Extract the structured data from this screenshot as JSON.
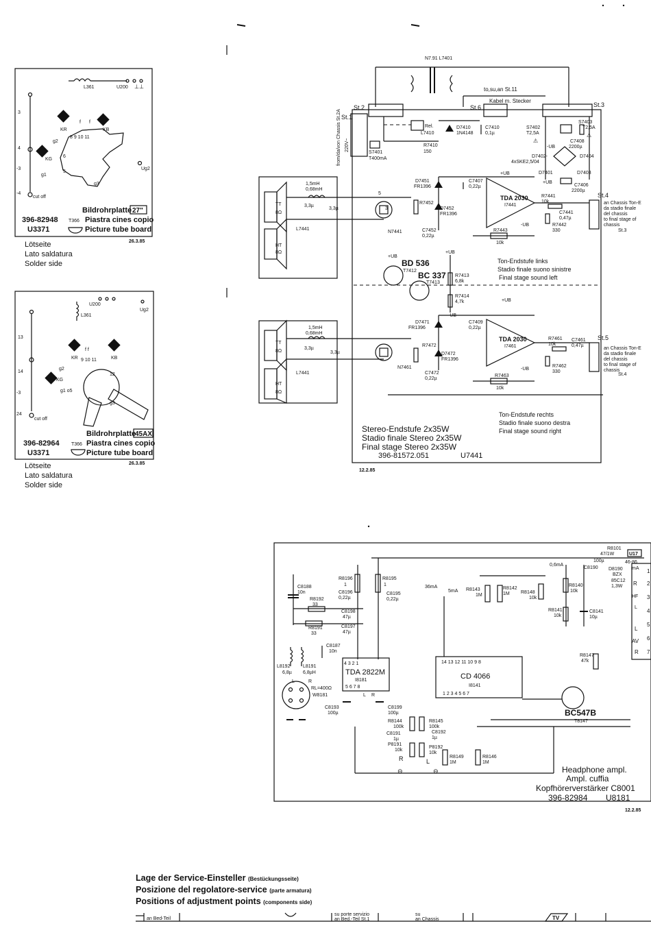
{
  "board1": {
    "title_de": "Bildrohrplatte",
    "size": "27\"",
    "part_no": "396-82948",
    "ref": "T366",
    "u_no": "U3371",
    "title_it": "Piastra cines copio",
    "title_en": "Picture tube board",
    "date": "26.3.85",
    "side_de": "Lötseite",
    "side_it": "Lato saldatura",
    "side_en": "Solder side",
    "labels": {
      "coil": "L361",
      "u200": "U200",
      "kr": "KR",
      "kb": "KB",
      "kg": "KG",
      "g1": "g1",
      "g2": "g2",
      "g3": "g3",
      "ug2": "Ug2",
      "cutoff": "cut off",
      "f": "f"
    }
  },
  "board2": {
    "title_de": "Bildrohrplatte",
    "size": "45AX",
    "part_no": "396-82964",
    "ref": "T366",
    "u_no": "U3371",
    "title_it": "Piastra cines copio",
    "title_en": "Picture tube board",
    "date": "26.3.85",
    "side_de": "Lötseite",
    "side_it": "Lato saldatura",
    "side_en": "Solder side",
    "labels": {
      "coil": "L361",
      "u200": "U200",
      "ug2": "Ug2",
      "kr": "KR",
      "kb": "KB",
      "kg": "KG",
      "cutoff": "cut off"
    }
  },
  "amp": {
    "transformer": "N7.91 L7401",
    "to_st11": "to,su,an St.11",
    "cable": "Kabel m. Stecker",
    "st1": "St.1",
    "st2": "St.2",
    "st3": "St.3",
    "st4": "St.4",
    "st5": "St.5",
    "st6": "St.6",
    "from_chassis": "from/da/von Chassis St.2A",
    "mains": "220V~",
    "s7401": "S7401",
    "t400": "T400mA",
    "rel": "Rel.",
    "l7410": "L7410",
    "r7410": "R7410",
    "r7410_val": "150",
    "d7410": "D7410",
    "d7410_type": "1N4148",
    "c7410": "C7410",
    "c7410_val": "0,1µ",
    "s7402": "S7402",
    "t25a": "T2,5A",
    "s7403": "S7403",
    "t25a_b": "T2,5A",
    "c7408": "C7408",
    "c7408_val": "2200µ",
    "d7404": "D7404",
    "d7402": "D7402-",
    "skr": "4xSKE2,5/04",
    "d7401": "D7401",
    "d7403": "D7403",
    "c7406": "C7406",
    "c7406_val": "2200µ",
    "ub": "+UB",
    "mub": "-UB",
    "l_1_5": "1,5mH",
    "l_0_68": "0,68mH",
    "c_3_3": "3,3µ",
    "tt": "TT",
    "ht": "HT",
    "ohm8": "8Ω",
    "l7441": "L7441",
    "n7441": "N7441",
    "n7461": "N7461",
    "d7451": "D7451",
    "fr1396": "FR1396",
    "r7452": "R7452",
    "d7452": "D7452",
    "c7407": "C7407",
    "c7407_val": "0,22µ",
    "ic_l": "TDA 2030",
    "ic_l_ref": "I7441",
    "r7441": "R7441",
    "r7441_val": "10k",
    "c7441": "C7441",
    "c7441_val": "0,47µ",
    "r7442": "R7442",
    "r7442_val": "330",
    "c7452": "C7452",
    "c7452_val": "0,22µ",
    "r7443": "R7443",
    "r7443_val": "10k",
    "st4_de": "an Chassis Ton-E",
    "st4_it1": "da stadio finale",
    "st4_it2": "del chassis",
    "st4_en1": "to final stage of",
    "st4_en2": "chassis",
    "st4_ref": "St.3",
    "st5_ref": "St.4",
    "bd536": "BD 536",
    "t7412": "T7412",
    "bc337": "BC 337",
    "t7413": "T7413",
    "r7413": "R7413",
    "r7413_val": "6,8k",
    "r7414": "R7414",
    "r7414_val": "4,7k",
    "left_de": "Ton-Endstufe links",
    "left_it": "Stadio finale suono sinistre",
    "left_en": "Final stage sound left",
    "d7471": "D7471",
    "r7472": "R7472",
    "d7472": "D7472",
    "c7409": "C7409",
    "c7409_val": "0,22µ",
    "ic_r": "TDA 2030",
    "ic_r_ref": "I7461",
    "r7461": "R7461",
    "r7461_val": "10k",
    "c7461": "C7461",
    "c7461_val": "0,47µ",
    "r7462": "R7462",
    "r7462_val": "330",
    "c7472": "C7472",
    "c7472_val": "0,22µ",
    "r7463": "R7463",
    "r7463_val": "10k",
    "right_de": "Ton-Endstufe rechts",
    "right_it": "Stadio finale suono destra",
    "right_en": "Final stage sound right",
    "title_de": "Stereo-Endstufe 2x35W",
    "title_it": "Stadio finale Stereo 2x35W",
    "title_en": "Final stage Stereo 2x35W",
    "part_no": "396-81572.051",
    "u_no": "U7441",
    "date": "12.2.85"
  },
  "hp": {
    "r8101": "R8101",
    "r8101_val": "47/1W",
    "u17": "U17",
    "c8190": "C8190",
    "c8190_val": "100µ",
    "d8190": "D8190",
    "bzx": "BZX",
    "bzx2": "85C12",
    "bzx3": "1,3W",
    "v46": "46-86",
    "ma": "mA",
    "ma06": "0,6mA",
    "ma36": "36mA",
    "ma5": "5mA",
    "r8196": "R8196",
    "r8196_val": "1",
    "r8195": "R8195",
    "r8195_val": "1",
    "c8196": "C8196",
    "c8196_val": "0,22µ",
    "c8195": "C8195",
    "c8195_val": "0,22µ",
    "c8188": "C8188",
    "c8188_val": "10n",
    "r8192": "R8192",
    "r8192_val": "33",
    "c8198": "C8198",
    "c8198_val": "47µ",
    "r8191": "R8191",
    "r8191_val": "33",
    "c8197": "C8197",
    "c8197_val": "47µ",
    "c8187": "C8187",
    "c8187_val": "10n",
    "l8192": "L8192",
    "l8192_val": "6,8µ",
    "l8191": "L8191",
    "l8191_val": "6,8µH",
    "rl": "RL=400Ω",
    "w8181": "W8181",
    "ic1": "TDA 2822M",
    "ic1_ref": "I8181",
    "c8193": "C8193",
    "c8193_val": "100µ",
    "c8199": "C8199",
    "c8199_val": "100µ",
    "ic2": "CD 4066",
    "ic2_ref": "I8141",
    "r8143": "R8143",
    "r8143_val": "1M",
    "r8142": "R8142",
    "r8142_val": "1M",
    "r8148": "R8148",
    "r8148_val": "10k",
    "r8140": "R8140",
    "r8140_val": "10k",
    "r8141": "R8141",
    "r8141_val": "10k",
    "c8141": "C8141",
    "c8141_val": "10µ",
    "r8147": "R8147",
    "r8147_val": "47k",
    "bc547": "BC547B",
    "t8147": "T8147",
    "r8144": "R8144",
    "r8144_val": "100k",
    "r8145": "R8145",
    "r8145_val": "100k",
    "c8191": "C8191",
    "c8191_val": "1µ",
    "c8192": "C8192",
    "c8192_val": "1µ",
    "p8191": "P8191",
    "p8191_val": "10k",
    "p8192": "P8192",
    "p8192_val": "10k",
    "r8149": "R8149",
    "r8149_val": "1M",
    "r8146": "R8146",
    "r8146_val": "1M",
    "edge": [
      "1",
      "2",
      "3",
      "4",
      "5",
      "6",
      "7"
    ],
    "edge_lbl": [
      "R",
      "HF",
      "L",
      "L",
      "AV",
      "R"
    ],
    "title_en": "Headphone ampl.",
    "title_it": "Ampl. cuffia",
    "title_de": "Kopfhörerverstärker C8001",
    "part_no": "396-82984",
    "u_no": "U8181",
    "date": "12.2.85"
  },
  "footer": {
    "line1": "Lage der Service-Einsteller",
    "line1_small": "(Bestückungsseite)",
    "line2": "Posizione del regolatore-service",
    "line2_small": "(parte armatura)",
    "line3": "Positions of adjustment points",
    "line3_small": "(components side)",
    "strip1": "an Bed-Teil",
    "strip2": "su porte servizio",
    "strip3": "an Bed.-Teil St.1",
    "strip4": "su",
    "strip5": "an Chassis",
    "logo": "TV"
  }
}
